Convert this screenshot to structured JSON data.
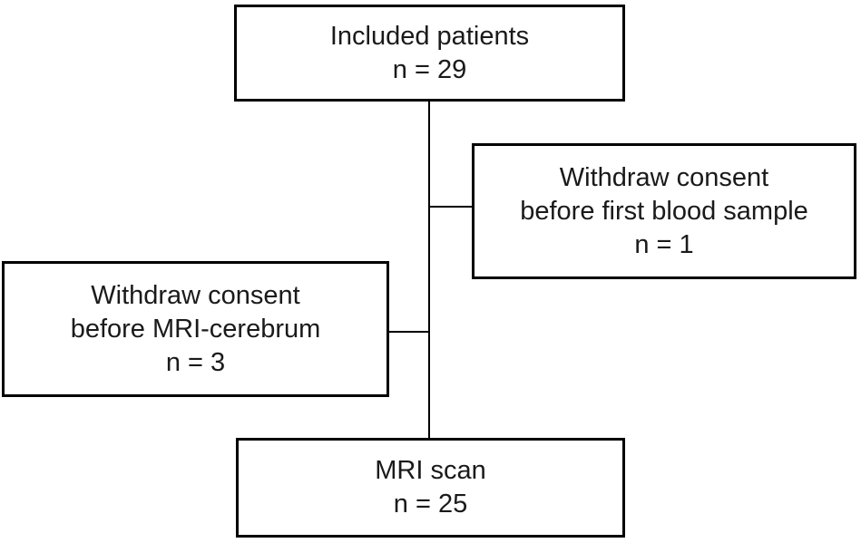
{
  "diagram": {
    "type": "flowchart",
    "nodes": {
      "included_patients": {
        "line1": "Included patients",
        "line2": "n = 29",
        "count": 29
      },
      "withdraw_before_blood_sample": {
        "line1": "Withdraw consent",
        "line2": "before first blood sample",
        "line3": "n = 1",
        "count": 1
      },
      "withdraw_before_mri": {
        "line1": "Withdraw consent",
        "line2": "before MRI-cerebrum",
        "line3": "n = 3",
        "count": 3
      },
      "mri_scan": {
        "line1": "MRI scan",
        "line2": "n = 25",
        "count": 25
      }
    },
    "edges": [
      {
        "from": "included_patients",
        "to": "mri_scan",
        "style": "vertical-trunk"
      },
      {
        "from": "included_patients",
        "to": "withdraw_before_blood_sample",
        "style": "branch-right"
      },
      {
        "from": "included_patients",
        "to": "withdraw_before_mri",
        "style": "branch-left"
      }
    ],
    "colors": {
      "background": "#ffffff",
      "border": "#000000",
      "text": "#1a1a1a",
      "connector": "#000000"
    }
  }
}
